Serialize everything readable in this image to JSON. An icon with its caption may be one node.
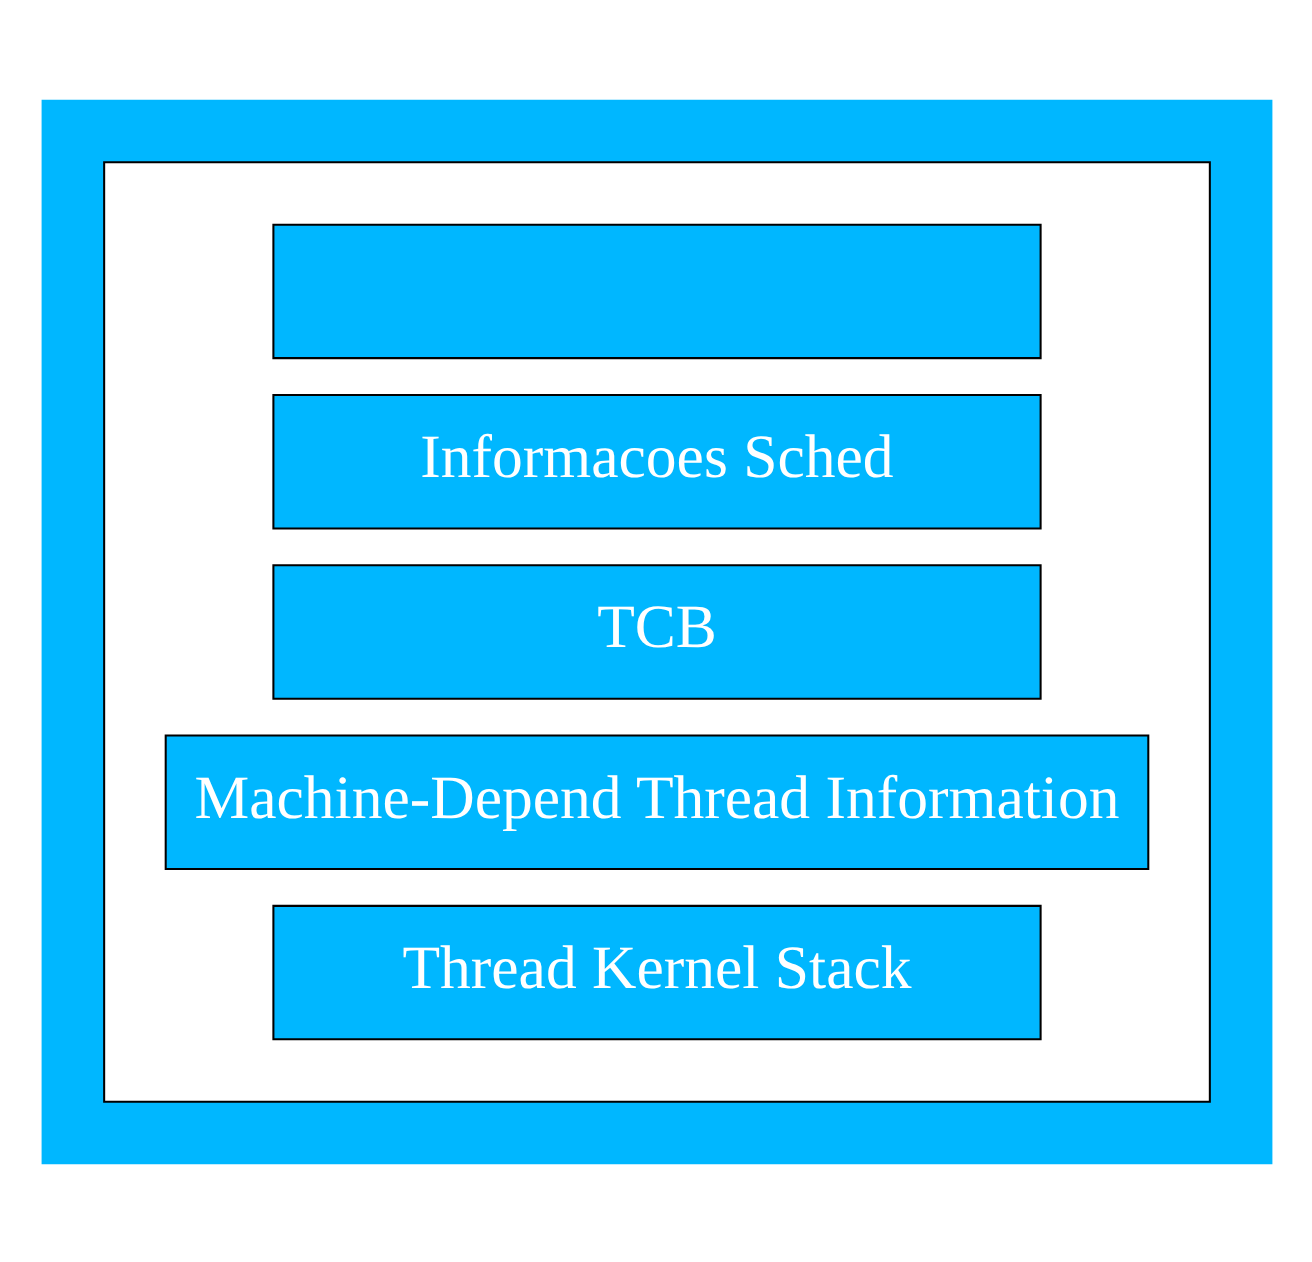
{
  "diagram": {
    "nodes": [
      {
        "text": [],
        "shape": "box"
      },
      {
        "text": [],
        "shape": "box",
        "in": 0
      },
      {
        "text": [],
        "shape": "box",
        "in": 1
      },
      {
        "text": [
          "Informacoes Sched"
        ],
        "in": 1
      },
      {
        "text": [
          "TCB"
        ],
        "in": 1
      },
      {
        "text": [
          "Machine-Depend Thread Information"
        ],
        "in": 1
      },
      {
        "text": [
          "Thread Kernel Stack"
        ],
        "in": 1
      }
    ],
    "edges": []
  }
}
